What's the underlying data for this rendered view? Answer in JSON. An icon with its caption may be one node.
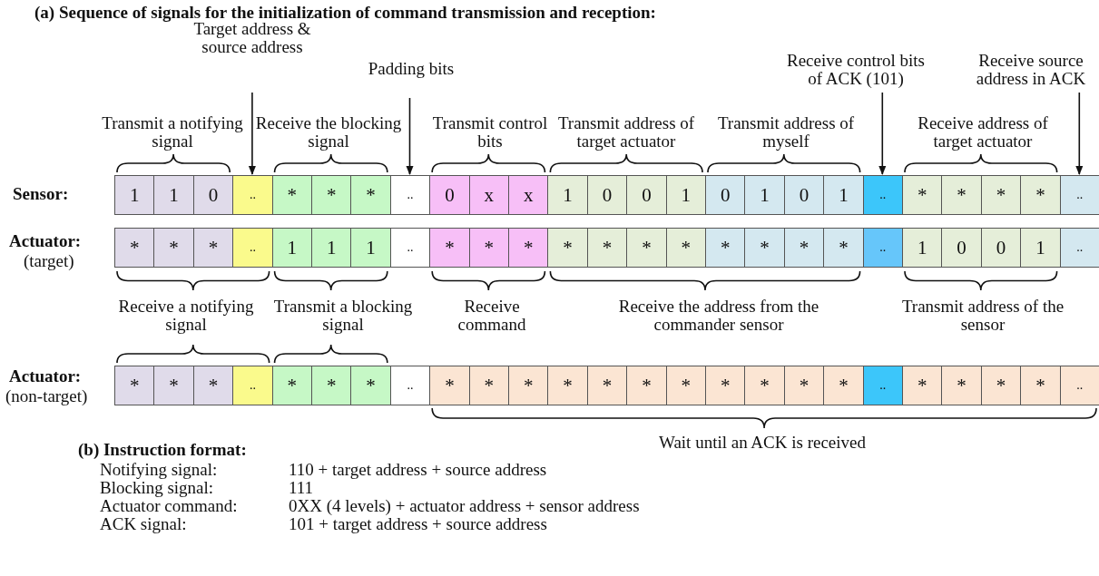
{
  "diagram": {
    "title": "(a) Sequence of signals for the initialization of command transmission and reception:",
    "nodes": [
      {
        "text": [
          "Target address & source address"
        ]
      },
      {
        "text": [
          "Padding bits"
        ]
      },
      {
        "text": [
          "Receive control bits of ACK (101)"
        ]
      },
      {
        "text": [
          "Receive source address in ACK"
        ]
      },
      {
        "text": [
          "1"
        ]
      },
      {
        "text": [
          "1"
        ]
      },
      {
        "text": [
          "0"
        ]
      },
      {
        "text": [
          ".."
        ]
      },
      {
        "text": [
          "*"
        ]
      },
      {
        "text": [
          "*"
        ]
      },
      {
        "text": [
          "*"
        ]
      },
      {
        "text": [
          ".."
        ]
      },
      {
        "text": [
          "0"
        ]
      },
      {
        "text": [
          "x"
        ]
      },
      {
        "text": [
          "x"
        ]
      },
      {
        "text": [
          "1"
        ]
      },
      {
        "text": [
          "0"
        ]
      },
      {
        "text": [
          "0"
        ]
      },
      {
        "text": [
          "1"
        ]
      },
      {
        "text": [
          "0"
        ]
      },
      {
        "text": [
          "1"
        ]
      },
      {
        "text": [
          "0"
        ]
      },
      {
        "text": [
          "1"
        ]
      },
      {
        "text": [
          ".."
        ]
      },
      {
        "text": [
          "*"
        ]
      },
      {
        "text": [
          "*"
        ]
      },
      {
        "text": [
          "*"
        ]
      },
      {
        "text": [
          "*"
        ]
      },
      {
        "text": [
          ".."
        ]
      },
      {
        "text": [
          "*"
        ]
      },
      {
        "text": [
          "*"
        ]
      },
      {
        "text": [
          "*"
        ]
      },
      {
        "text": [
          ".."
        ]
      },
      {
        "text": [
          "1"
        ]
      },
      {
        "text": [
          "1"
        ]
      },
      {
        "text": [
          "1"
        ]
      },
      {
        "text": [
          ".."
        ]
      },
      {
        "text": [
          "*"
        ]
      },
      {
        "text": [
          "*"
        ]
      },
      {
        "text": [
          "*"
        ]
      },
      {
        "text": [
          "*"
        ]
      },
      {
        "text": [
          "*"
        ]
      },
      {
        "text": [
          "*"
        ]
      },
      {
        "text": [
          "*"
        ]
      },
      {
        "text": [
          "*"
        ]
      },
      {
        "text": [
          "*"
        ]
      },
      {
        "text": [
          "*"
        ]
      },
      {
        "text": [
          "*"
        ]
      },
      {
        "text": [
          ".."
        ]
      },
      {
        "text": [
          "1"
        ]
      },
      {
        "text": [
          "0"
        ]
      },
      {
        "text": [
          "0"
        ]
      },
      {
        "text": [
          "1"
        ]
      },
      {
        "text": [
          ".."
        ]
      },
      {
        "text": [
          "*"
        ]
      },
      {
        "text": [
          "*"
        ]
      },
      {
        "text": [
          "*"
        ]
      },
      {
        "text": [
          ".."
        ]
      },
      {
        "text": [
          "*"
        ]
      },
      {
        "text": [
          "*"
        ]
      },
      {
        "text": [
          "*"
        ]
      },
      {
        "text": [
          ".."
        ]
      },
      {
        "text": [
          "*"
        ]
      },
      {
        "text": [
          "*"
        ]
      },
      {
        "text": [
          "*"
        ]
      },
      {
        "text": [
          "*"
        ]
      },
      {
        "text": [
          "*"
        ]
      },
      {
        "text": [
          "*"
        ]
      },
      {
        "text": [
          "*"
        ]
      },
      {
        "text": [
          "*"
        ]
      },
      {
        "text": [
          "*"
        ]
      },
      {
        "text": [
          "*"
        ]
      },
      {
        "text": [
          "*"
        ]
      },
      {
        "text": [
          ".."
        ]
      },
      {
        "text": [
          "*"
        ]
      },
      {
        "text": [
          "*"
        ]
      },
      {
        "text": [
          "*"
        ]
      },
      {
        "text": [
          "*"
        ]
      },
      {
        "text": [
          ".."
        ]
      }
    ],
    "edges": [
      {
        "from": 0,
        "to": 7,
        "arrow": "to"
      },
      {
        "from": 1,
        "to": 11,
        "arrow": "to"
      },
      {
        "from": 2,
        "to": 23,
        "arrow": "to"
      },
      {
        "from": 3,
        "to": 28,
        "arrow": "to"
      }
    ],
    "labels": [
      "Transmit a notifying signal",
      "Receive the blocking signal",
      "Transmit control bits",
      "Transmit address of target actuator",
      "Transmit address of myself",
      "Receive address of target actuator",
      "Sensor:",
      "Actuator:",
      "(target)",
      "Receive a notifying signal",
      "Transmit a blocking signal",
      "Receive command",
      "Receive the address from the commander sensor",
      "Transmit address of the sensor",
      "Actuator:",
      "(non-target)",
      "Wait until an ACK is received",
      "(b) Instruction format:",
      "Notifying signal:",
      "110 + target address + source address",
      "Blocking signal:",
      "111",
      "Actuator command:",
      "0XX (4 levels) + actuator address + sensor address",
      "ACK signal:",
      "101 + target address + source address"
    ]
  }
}
